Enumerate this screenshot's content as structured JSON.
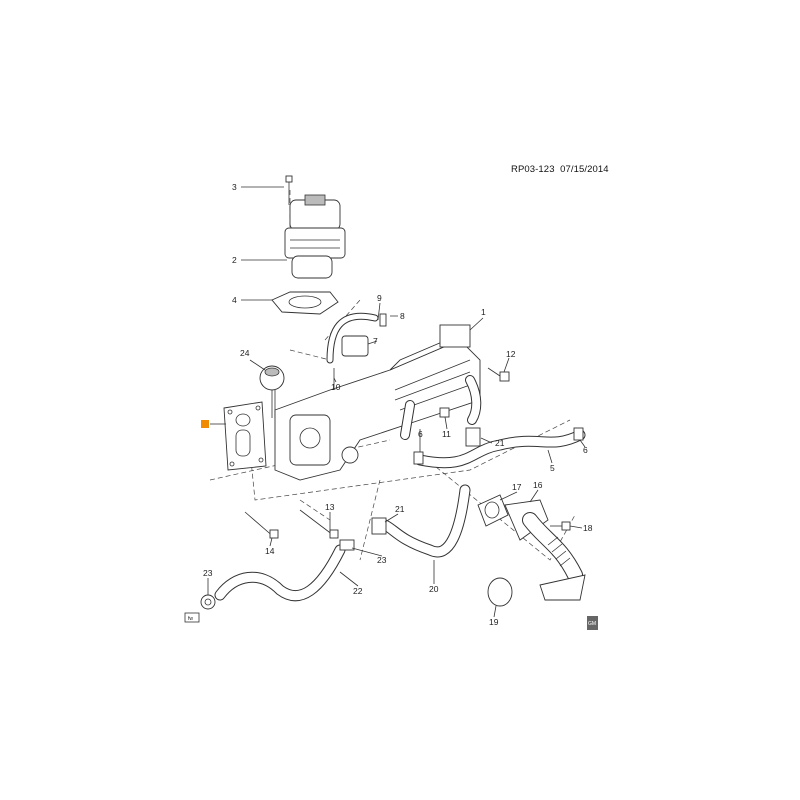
{
  "diagram_id": "RP03-123",
  "date": "07/15/2014",
  "highlight_color": "#f08a00",
  "callouts": {
    "c1": "1",
    "c2": "2",
    "c3": "3",
    "c4": "4",
    "c5": "5",
    "c6a": "6",
    "c6b": "6",
    "c7": "7",
    "c8": "8",
    "c9": "9",
    "c10": "10",
    "c11": "11",
    "c12": "12",
    "c13": "13",
    "c14": "14",
    "c16": "16",
    "c17": "17",
    "c18": "18",
    "c19": "19",
    "c20": "20",
    "c21a": "21",
    "c21b": "21",
    "c22": "22",
    "c23a": "23",
    "c23b": "23",
    "c24": "24"
  },
  "badges": {
    "front": "fw",
    "logo": "GM"
  }
}
